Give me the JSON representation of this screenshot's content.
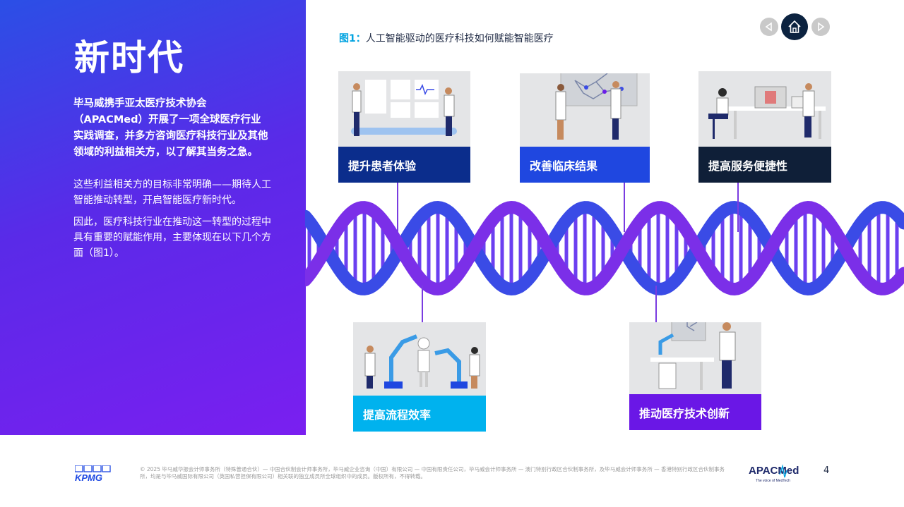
{
  "left": {
    "title": "新时代",
    "lead": "毕马威携手亚太医疗技术协会（APACMed）开展了一项全球医疗行业实践调查，并多方咨询医疗科技行业及其他领域的利益相关方，以了解其当务之急。",
    "para1": "这些利益相关方的目标非常明确——期待人工智能推动转型，开启智能医疗新时代。",
    "para2": "因此，医疗科技行业在推动这一转型的过程中具有重要的赋能作用，主要体现在以下几个方面（图1）。"
  },
  "figure": {
    "caption_num": "图1：",
    "caption_text": "人工智能驱动的医疗科技如何赋能智能医疗",
    "cards": [
      {
        "label": "提升患者体验",
        "color": "#0b2d8c"
      },
      {
        "label": "改善临床结果",
        "color": "#1f47e0"
      },
      {
        "label": "提高服务便捷性",
        "color": "#0f1f38"
      },
      {
        "label": "提高流程效率",
        "color": "#00b2ee"
      },
      {
        "label": "推动医疗技术创新",
        "color": "#6a17e6"
      }
    ]
  },
  "nav": {
    "prev": "prev-icon",
    "home": "home-icon",
    "next": "next-icon"
  },
  "footer": {
    "kpmg": "KPMG",
    "legal": "© 2025 毕马威华振会计师事务所（特殊普通合伙）— 中国合伙制会计师事务所，毕马威企业咨询（中国）有限公司 — 中国有限责任公司，毕马威会计师事务所 — 澳门特别行政区合伙制事务所，及毕马威会计师事务所 — 香港特别行政区合伙制事务所，均是与毕马威国际有限公司（英国私营担保有限公司）相关联的独立成员所全球组织中的成员。版权所有，不得转载。",
    "apac_logo": "APACMed",
    "apac_tagline": "The voice of MedTech",
    "page": "4"
  }
}
